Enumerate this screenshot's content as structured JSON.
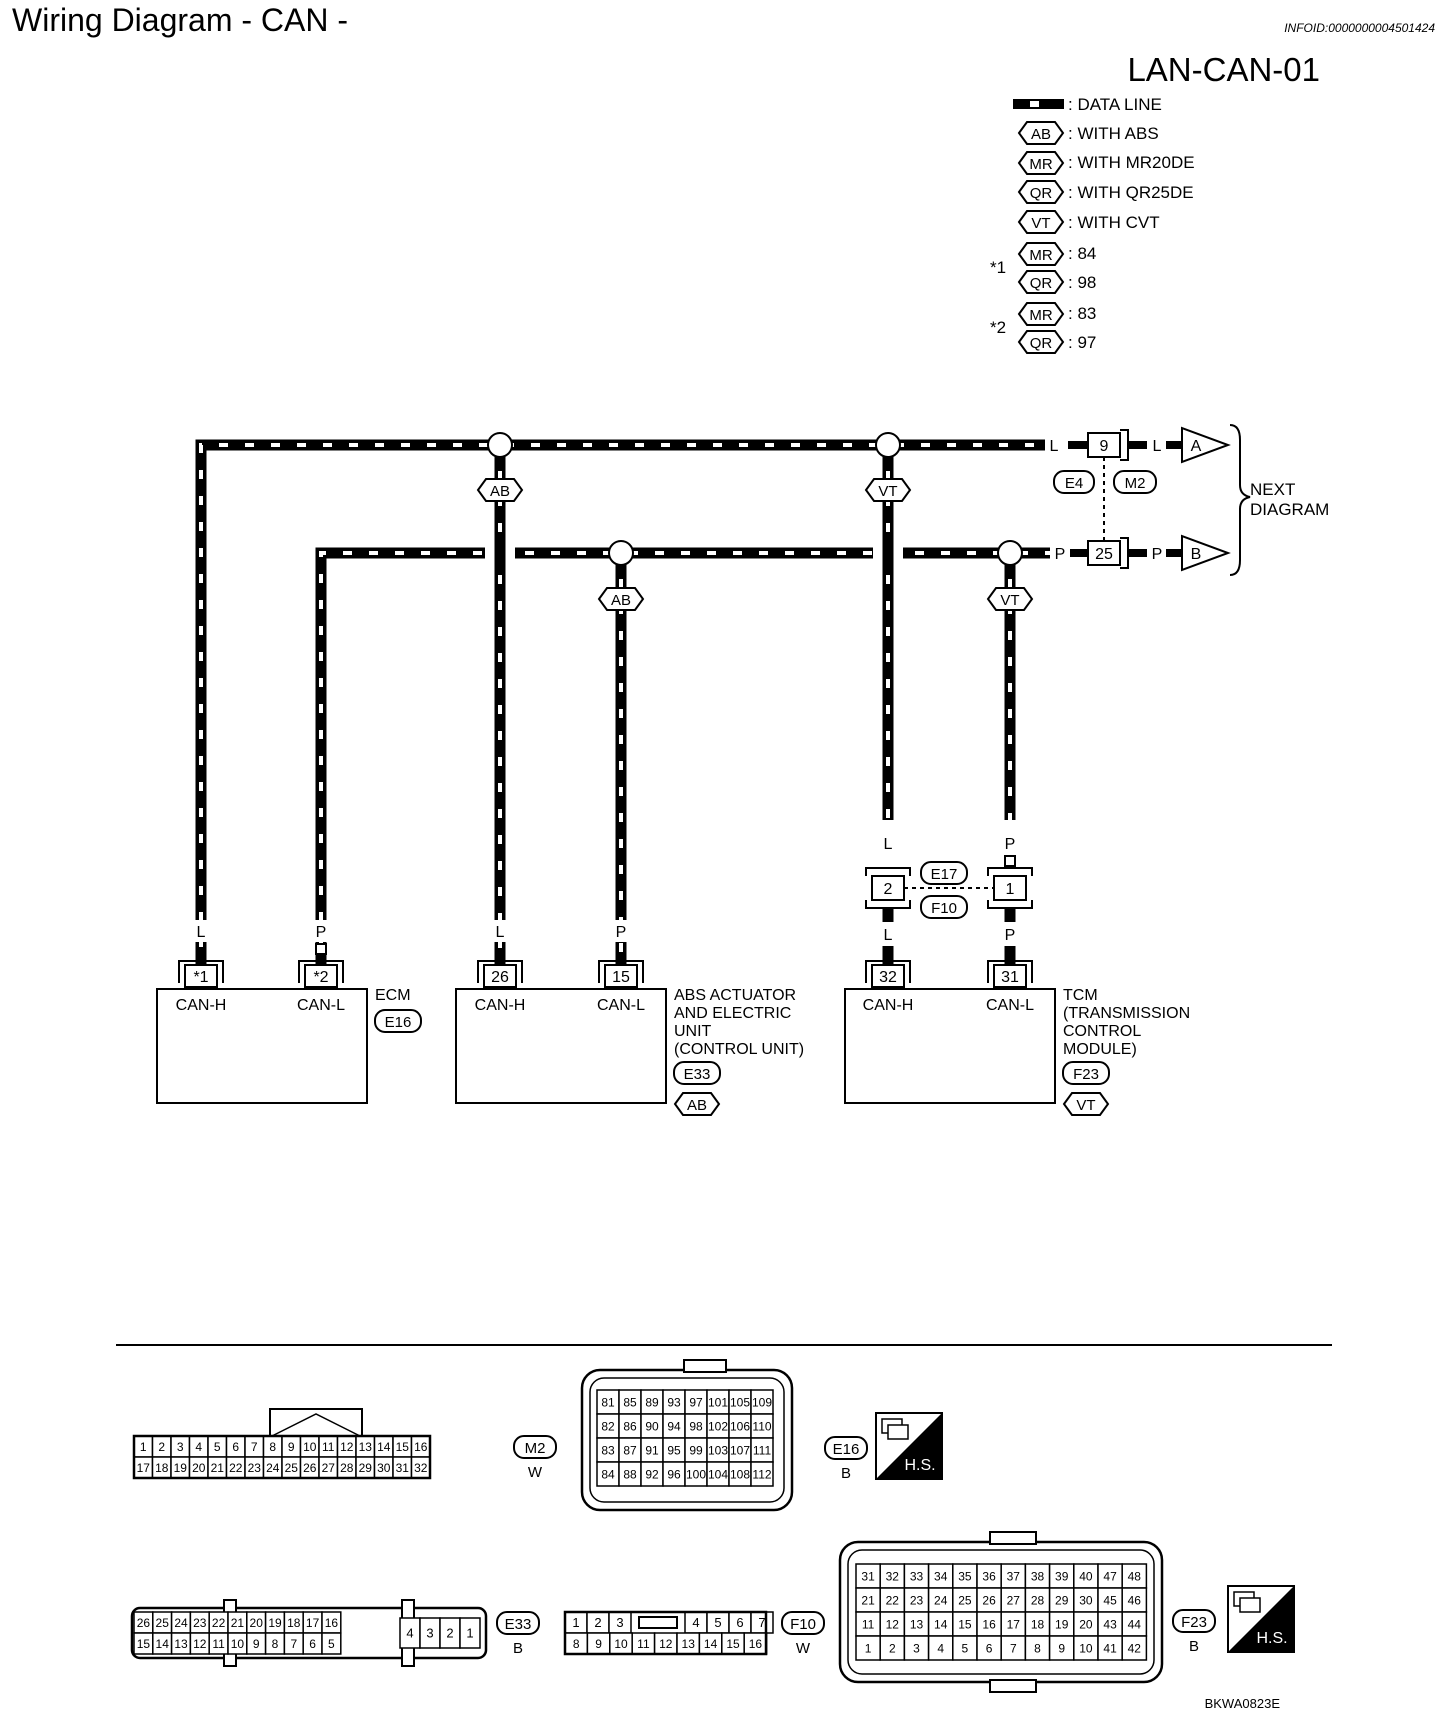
{
  "page": {
    "title": "Wiring Diagram - CAN -",
    "info_id": "INFOID:0000000004501424",
    "diagram_id": "LAN-CAN-01",
    "figure_code": "BKWA0823E"
  },
  "legend": {
    "data_line": ": DATA LINE",
    "abs": {
      "tag": "AB",
      "text": ": WITH ABS"
    },
    "mr": {
      "tag": "MR",
      "text": ": WITH MR20DE"
    },
    "qr": {
      "tag": "QR",
      "text": ": WITH QR25DE"
    },
    "vt": {
      "tag": "VT",
      "text": ": WITH CVT"
    },
    "star1": {
      "label": "*1",
      "mr_value": ": 84",
      "qr_value": ": 98",
      "mr_tag": "MR",
      "qr_tag": "QR"
    },
    "star2": {
      "label": "*2",
      "mr_value": ": 83",
      "qr_value": ": 97",
      "mr_tag": "MR",
      "qr_tag": "QR"
    }
  },
  "next_diagram": {
    "label_line1": "NEXT",
    "label_line2": "DIAGRAM",
    "a": "A",
    "b": "B",
    "pin_h": "9",
    "pin_l": "25",
    "conn_left": "E4",
    "conn_right": "M2"
  },
  "wires": {
    "l": "L",
    "p": "P",
    "ab": "AB",
    "vt": "VT"
  },
  "joint": {
    "pin_h": "2",
    "pin_l": "1",
    "conn_top": "E17",
    "conn_bottom": "F10"
  },
  "modules": {
    "ecm": {
      "name": "ECM",
      "conn": "E16",
      "pin_h": "*1",
      "pin_l": "*2",
      "h": "CAN-H",
      "l": "CAN-L"
    },
    "abs": {
      "name1": "ABS ACTUATOR",
      "name2": "AND ELECTRIC",
      "name3": "UNIT",
      "name4": "(CONTROL UNIT)",
      "conn": "E33",
      "tag": "AB",
      "pin_h": "26",
      "pin_l": "15",
      "h": "CAN-H",
      "l": "CAN-L"
    },
    "tcm": {
      "name1": "TCM",
      "name2": "(TRANSMISSION",
      "name3": "CONTROL",
      "name4": "MODULE)",
      "conn": "F23",
      "tag": "VT",
      "pin_h": "32",
      "pin_l": "31",
      "h": "CAN-H",
      "l": "CAN-L"
    }
  },
  "connectors": {
    "m2": {
      "id": "M2",
      "color": "W",
      "row1": [
        "1",
        "2",
        "3",
        "4",
        "5",
        "6",
        "7",
        "8",
        "9",
        "10",
        "11",
        "12",
        "13",
        "14",
        "15",
        "16"
      ],
      "row2": [
        "17",
        "18",
        "19",
        "20",
        "21",
        "22",
        "23",
        "24",
        "25",
        "26",
        "27",
        "28",
        "29",
        "30",
        "31",
        "32"
      ]
    },
    "e16": {
      "id": "E16",
      "color": "B",
      "hs": "H.S.",
      "rows": [
        [
          "81",
          "85",
          "89",
          "93",
          "97",
          "101",
          "105",
          "109"
        ],
        [
          "82",
          "86",
          "90",
          "94",
          "98",
          "102",
          "106",
          "110"
        ],
        [
          "83",
          "87",
          "91",
          "95",
          "99",
          "103",
          "107",
          "111"
        ],
        [
          "84",
          "88",
          "92",
          "96",
          "100",
          "104",
          "108",
          "112"
        ]
      ]
    },
    "e33": {
      "id": "E33",
      "color": "B",
      "row1": [
        "26",
        "25",
        "24",
        "23",
        "22",
        "21",
        "20",
        "19",
        "18",
        "17",
        "16"
      ],
      "row2": [
        "15",
        "14",
        "13",
        "12",
        "11",
        "10",
        "9",
        "8",
        "7",
        "6",
        "5"
      ],
      "side": [
        "4",
        "3",
        "2",
        "1"
      ]
    },
    "f10": {
      "id": "F10",
      "color": "W",
      "row1": [
        "1",
        "2",
        "3",
        "4",
        "5",
        "6",
        "7"
      ],
      "row2": [
        "8",
        "9",
        "10",
        "11",
        "12",
        "13",
        "14",
        "15",
        "16"
      ]
    },
    "f23": {
      "id": "F23",
      "color": "B",
      "hs": "H.S.",
      "rows": [
        [
          "31",
          "32",
          "33",
          "34",
          "35",
          "36",
          "37",
          "38",
          "39",
          "40",
          "47",
          "48"
        ],
        [
          "21",
          "22",
          "23",
          "24",
          "25",
          "26",
          "27",
          "28",
          "29",
          "30",
          "45",
          "46"
        ],
        [
          "11",
          "12",
          "13",
          "14",
          "15",
          "16",
          "17",
          "18",
          "19",
          "20",
          "43",
          "44"
        ],
        [
          "1",
          "2",
          "3",
          "4",
          "5",
          "6",
          "7",
          "8",
          "9",
          "10",
          "41",
          "42"
        ]
      ]
    }
  }
}
